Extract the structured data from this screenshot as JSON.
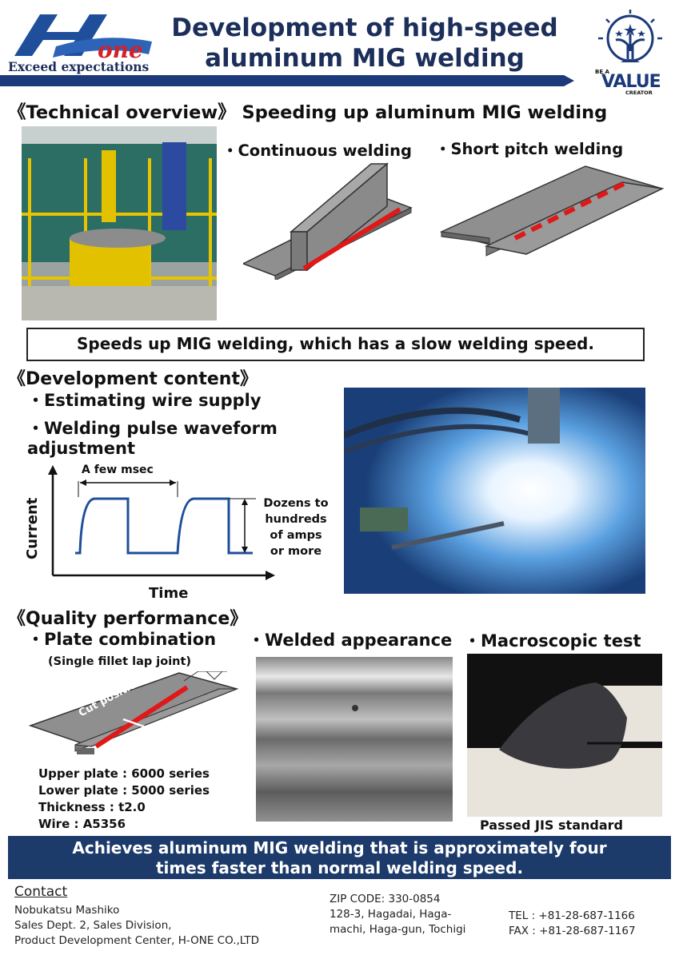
{
  "header": {
    "logo_h": "H",
    "logo_one": "one",
    "tagline": "Exceed expectations",
    "title_line1": "Development of high-speed",
    "title_line2": "aluminum MIG welding",
    "badge_top": "BE A",
    "badge_main": "VALUE",
    "badge_sub": "CREATOR",
    "accent_color": "#1c3a7a"
  },
  "overview": {
    "heading": "《Technical overview》 Speeding up aluminum MIG welding",
    "continuous_label": "・Continuous welding",
    "short_pitch_label": "・Short pitch welding",
    "summary": "Speeds up MIG welding, which has a slow welding speed."
  },
  "development": {
    "heading": "《Development content》",
    "bullet1": "・Estimating wire supply",
    "bullet2_line1": "・Welding pulse waveform",
    "bullet2_line2": "adjustment",
    "waveform": {
      "period_label": "A few msec",
      "y_label": "Current",
      "x_label": "Time",
      "amp_line1": "Dozens to",
      "amp_line2": "hundreds",
      "amp_line3": "of amps",
      "amp_line4": "or more",
      "line_color": "#1f4f9a"
    }
  },
  "quality": {
    "heading": "《Quality performance》",
    "plate_label": "・Plate combination",
    "appearance_label": "・Welded appearance",
    "macro_label": "・Macroscopic test",
    "joint_type": "(Single fillet lap joint)",
    "cut_label": "Cut position",
    "spec1": "Upper plate : 6000 series",
    "spec2": "Lower plate : 5000 series",
    "spec3": "Thickness : t2.0",
    "spec4": "Wire : A5356",
    "passed": "Passed JIS standard"
  },
  "banner": {
    "line1": "Achieves aluminum MIG welding that is approximately four",
    "line2": "times faster than normal welding speed.",
    "color": "#1c3a6a"
  },
  "contact": {
    "heading": "Contact",
    "name": "Nobukatsu Mashiko",
    "dept": "Sales Dept. 2, Sales Division,",
    "center": "Product Development Center, H-ONE CO.,LTD",
    "zip": "ZIP CODE: 330-0854",
    "addr1": "128-3, Hagadai, Haga-",
    "addr2": "machi, Haga-gun, Tochigi",
    "tel": "TEL : +81-28-687-1166",
    "fax": "FAX : +81-28-687-1167"
  }
}
